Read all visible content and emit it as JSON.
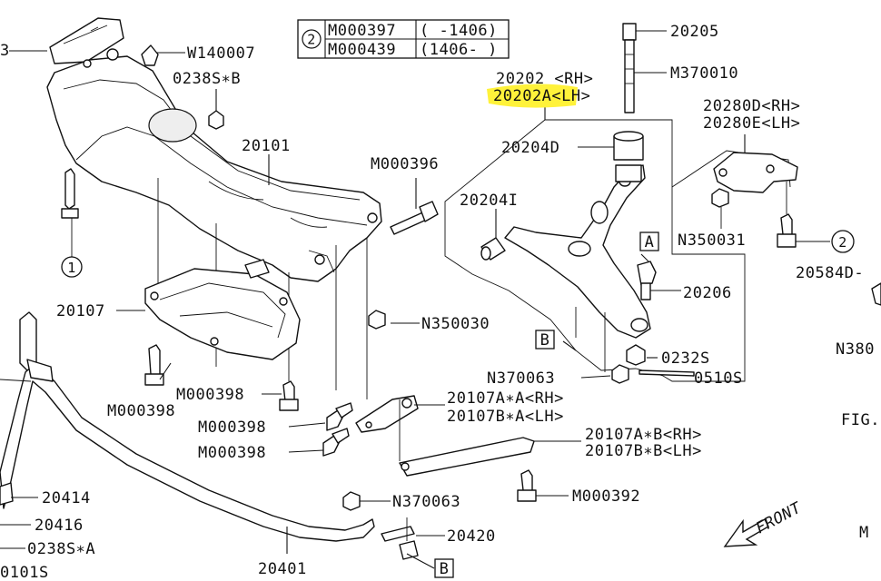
{
  "table": {
    "marker": "2",
    "rows": [
      {
        "code": "M000397",
        "range": "( -1406)"
      },
      {
        "code": "M000439",
        "range": "(1406- )"
      }
    ]
  },
  "labels": {
    "w140007": "W140007",
    "n0238s_b": "0238S∗B",
    "p20101": "20101",
    "m000396": "M000396",
    "p20202": "20202 <RH>",
    "p20202a": "20202A<LH>",
    "p20205": "20205",
    "m370010": "M370010",
    "p20204d": "20204D",
    "p20204i": "20204I",
    "p20280d": "20280D<RH>",
    "p20280e": "20280E<LH>",
    "n350031": "N350031",
    "marker2": "2",
    "p20584d": "20584D-",
    "n380": "N380",
    "p20206": "20206",
    "boxA": "A",
    "boxB": "B",
    "boxB2": "B",
    "p0232s": "0232S",
    "p0510s": "0510S",
    "n370063a": "N370063",
    "n350030": "N350030",
    "p20107": "20107",
    "m000398a": "M000398",
    "m000398b": "M000398",
    "m000398c": "M000398",
    "m000398d": "M000398",
    "p20107aa": "20107A∗A<RH>",
    "p20107ba": "20107B∗A<LH>",
    "p20107ab": "20107A∗B<RH>",
    "p20107bb": "20107B∗B<LH>",
    "m000392": "M000392",
    "n370063b": "N370063",
    "p20420": "20420",
    "p20401": "20401",
    "p20414": "20414",
    "p20416": "20416",
    "p0238s_a": "0238S∗A",
    "p0101s": "0101S",
    "marker1": "1",
    "fig": "FIG.",
    "front": "FRONT",
    "m_cut": "M",
    "edge3": "3"
  },
  "highlight_color": "#fff23a"
}
